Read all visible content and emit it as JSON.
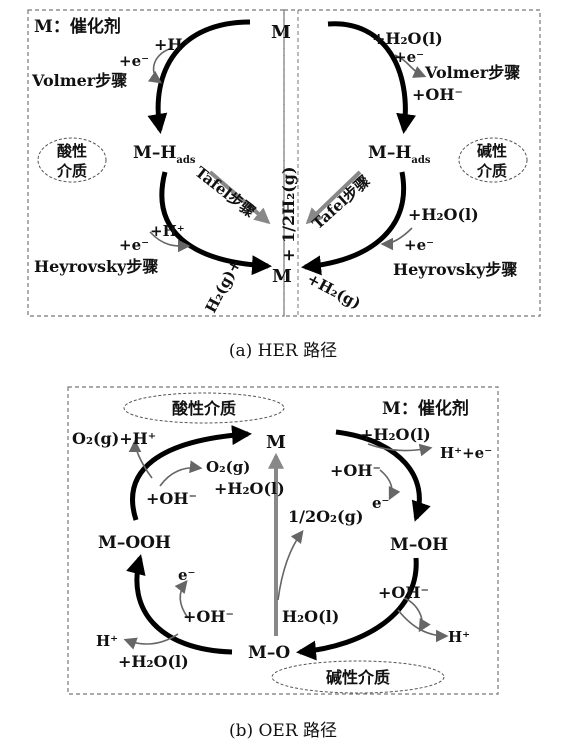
{
  "her": {
    "catalyst_label": "M：催化剂",
    "M_top": "M",
    "plus_H": "+H⁺",
    "plus_e": "+e⁻",
    "volmer": "Volmer步骤",
    "acid_medium_1": "酸性",
    "acid_medium_2": "介质",
    "MH_main": "M–H",
    "MH_sub": "ads",
    "tafel": "Tafel步骤",
    "heyrovsky": "Heyrovsky步骤",
    "M_bottom": "M",
    "H2g_plus": "H₂(g)+",
    "half_H2": "+ 1/2H₂(g)",
    "plus_H2g": "+H₂(g)",
    "plus_H2O": "+H₂O(l)",
    "plus_OH": "+OH⁻",
    "alkaline_medium_1": "碱性",
    "alkaline_medium_2": "介质",
    "caption": "(a) HER 路径"
  },
  "oer": {
    "acid_medium": "酸性介质",
    "catalyst_label": "M：催化剂",
    "O2g_plus_H": "O₂(g)+H⁺",
    "M_top": "M",
    "plus_H2O": "+H₂O(l)",
    "H_plus_e": "H⁺+e⁻",
    "O2g": "O₂(g)",
    "plus_OH": "+OH⁻",
    "e": "e⁻",
    "MOOH": "M–OOH",
    "half_O2": "1/2O₂(g)",
    "MOH": "M–OH",
    "MO": "M–O",
    "H2O": "H₂O(l)",
    "H_plus": "H⁺",
    "alkaline_medium": "碱性介质",
    "caption": "(b) OER 路径"
  }
}
